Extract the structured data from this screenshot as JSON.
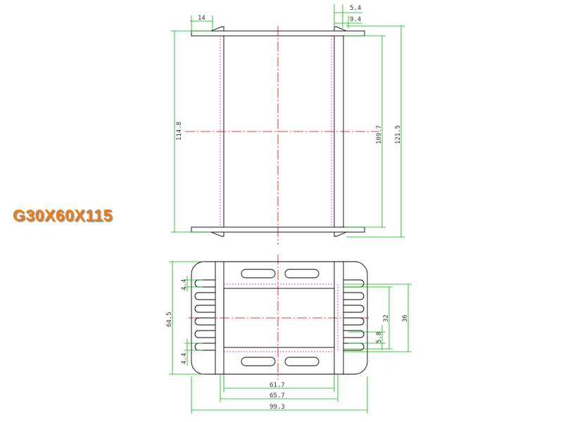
{
  "title": "G30X60X115",
  "colors": {
    "title": "#f07c14",
    "outline": "#000000",
    "dimension": "#00b400",
    "centerline": "#e00000",
    "hidden": "#cc00cc"
  },
  "top_view": {
    "dims": {
      "flange_width": "14",
      "dim_5_4": "5.4",
      "dim_9_4": "9.4",
      "overall_height": "114.8",
      "inner_height": "109.7",
      "outer_height": "121.5"
    }
  },
  "bottom_view": {
    "dims": {
      "pin_pitch_top": "4.4",
      "pin_pitch_bottom": "4.4",
      "overall_width": "64.5",
      "width_32": "32",
      "width_36": "36",
      "width_5_8": "5.8",
      "len_61_7": "61.7",
      "len_65_7": "65.7",
      "len_99_3": "99.3"
    }
  }
}
